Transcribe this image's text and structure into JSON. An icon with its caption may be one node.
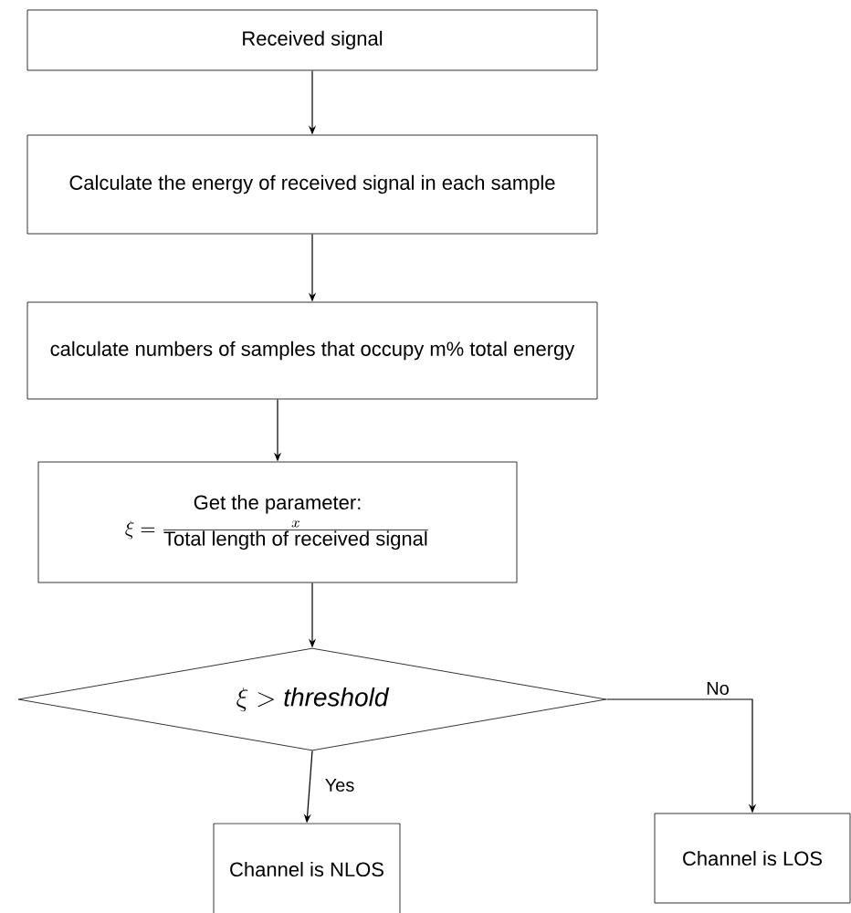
{
  "diagram": {
    "nodes": [
      {
        "text": [
          "Received signal"
        ]
      },
      {
        "text": [
          "Calculate the energy of received signal in each sample"
        ]
      },
      {
        "text": [
          "calculate numbers of samples that occupy m% total energy"
        ]
      },
      {
        "text": [
          "Get the parameter:",
          "\\xi = \\frac{x}{\\mbox{Total length of received signal}}"
        ]
      },
      {
        "text": [
          "\\xi > \\mathit{threshold}"
        ]
      },
      {
        "text": [
          "Channel is NLOS"
        ]
      },
      {
        "text": [
          "Channel is LOS"
        ]
      }
    ],
    "edges": [
      {
        "from": 0,
        "to": 1,
        "arrow": "to"
      },
      {
        "from": 1,
        "to": 2,
        "arrow": "to"
      },
      {
        "from": 2,
        "to": 3,
        "arrow": "to"
      },
      {
        "from": 3,
        "to": 4,
        "arrow": "to"
      },
      {
        "from": 4,
        "to": 5,
        "arrow": "to",
        "label": "Yes"
      },
      {
        "from": 4,
        "to": 6,
        "arrow": "to",
        "label": "No"
      }
    ]
  }
}
